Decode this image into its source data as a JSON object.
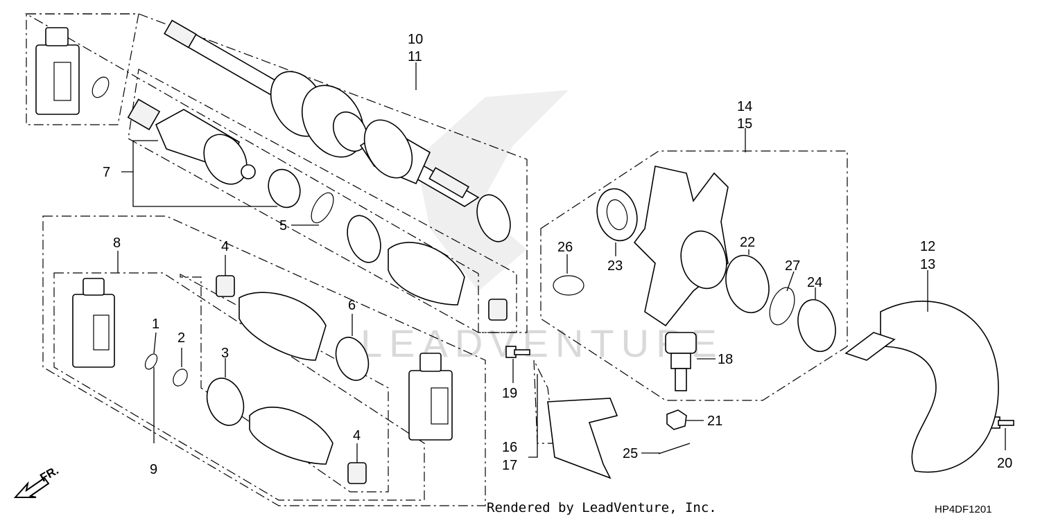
{
  "diagram": {
    "callouts": {
      "c1": "1",
      "c2": "2",
      "c3": "3",
      "c4a": "4",
      "c4b": "4",
      "c5": "5",
      "c6": "6",
      "c7": "7",
      "c8": "8",
      "c9": "9",
      "c10": "10",
      "c11": "11",
      "c12": "12",
      "c13": "13",
      "c14": "14",
      "c15": "15",
      "c16": "16",
      "c17": "17",
      "c18": "18",
      "c19": "19",
      "c20": "20",
      "c21": "21",
      "c22": "22",
      "c23": "23",
      "c24": "24",
      "c25": "25",
      "c26": "26",
      "c27": "27"
    },
    "front_marker": "FR.",
    "watermark": "LEADVENTURE",
    "credit": "Rendered by LeadVenture, Inc.",
    "diagram_code": "HP4DF1201"
  }
}
